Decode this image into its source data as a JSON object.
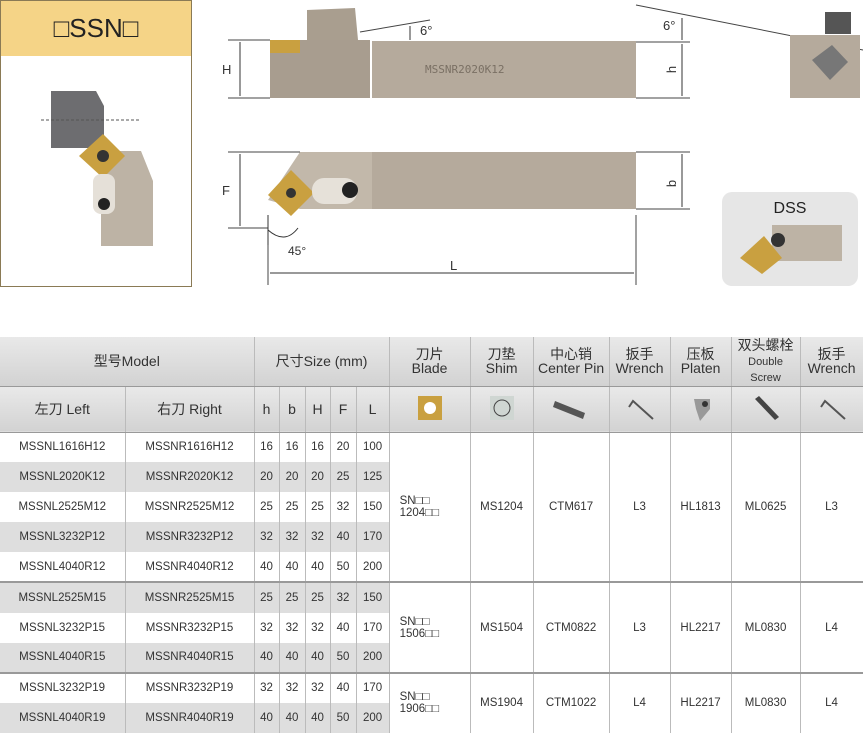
{
  "title": "□SSN□",
  "diagram": {
    "angle_top": "6°",
    "angle_side": "6°",
    "angle_plan": "45°",
    "H": "H",
    "h": "h",
    "F": "F",
    "b": "b",
    "L": "L",
    "engraving": "MSSNR2020K12",
    "dss_label": "DSS"
  },
  "colors": {
    "title_bg": "#f5d487",
    "insert": "#c9a040",
    "body": "#b5aa9c"
  },
  "table": {
    "header": {
      "model": "型号Model",
      "size": "尺寸Size (mm)",
      "blade": [
        "刀片",
        "Blade"
      ],
      "shim": [
        "刀垫",
        "Shim"
      ],
      "center_pin": [
        "中心销",
        "Center Pin"
      ],
      "wrench": [
        "扳手",
        "Wrench"
      ],
      "platen": [
        "压板",
        "Platen"
      ],
      "double_screw": [
        "双头螺栓",
        "Double",
        "Screw"
      ],
      "wrench2": [
        "扳手",
        "Wrench"
      ]
    },
    "subheader": {
      "left": "左刀 Left",
      "right": "右刀 Right",
      "h": "h",
      "b": "b",
      "H": "H",
      "F": "F",
      "L": "L"
    },
    "groups": [
      {
        "blade": [
          "SN□□",
          "1204□□"
        ],
        "shim": "MS1204",
        "center_pin": "CTM617",
        "wrench": "L3",
        "platen": "HL1813",
        "double_screw": "ML0625",
        "wrench2": "L3",
        "rows": [
          [
            "MSSNL1616H12",
            "MSSNR1616H12",
            "16",
            "16",
            "16",
            "20",
            "100"
          ],
          [
            "MSSNL2020K12",
            "MSSNR2020K12",
            "20",
            "20",
            "20",
            "25",
            "125"
          ],
          [
            "MSSNL2525M12",
            "MSSNR2525M12",
            "25",
            "25",
            "25",
            "32",
            "150"
          ],
          [
            "MSSNL3232P12",
            "MSSNR3232P12",
            "32",
            "32",
            "32",
            "40",
            "170"
          ],
          [
            "MSSNL4040R12",
            "MSSNR4040R12",
            "40",
            "40",
            "40",
            "50",
            "200"
          ]
        ]
      },
      {
        "blade": [
          "SN□□",
          "1506□□"
        ],
        "shim": "MS1504",
        "center_pin": "CTM0822",
        "wrench": "L3",
        "platen": "HL2217",
        "double_screw": "ML0830",
        "wrench2": "L4",
        "rows": [
          [
            "MSSNL2525M15",
            "MSSNR2525M15",
            "25",
            "25",
            "25",
            "32",
            "150"
          ],
          [
            "MSSNL3232P15",
            "MSSNR3232P15",
            "32",
            "32",
            "32",
            "40",
            "170"
          ],
          [
            "MSSNL4040R15",
            "MSSNR4040R15",
            "40",
            "40",
            "40",
            "50",
            "200"
          ]
        ]
      },
      {
        "blade": [
          "SN□□",
          "1906□□"
        ],
        "shim": "MS1904",
        "center_pin": "CTM1022",
        "wrench": "L4",
        "platen": "HL2217",
        "double_screw": "ML0830",
        "wrench2": "L4",
        "rows": [
          [
            "MSSNL3232P19",
            "MSSNR3232P19",
            "32",
            "32",
            "32",
            "40",
            "170"
          ],
          [
            "MSSNL4040R19",
            "MSSNR4040R19",
            "40",
            "40",
            "40",
            "50",
            "200"
          ]
        ]
      }
    ]
  }
}
